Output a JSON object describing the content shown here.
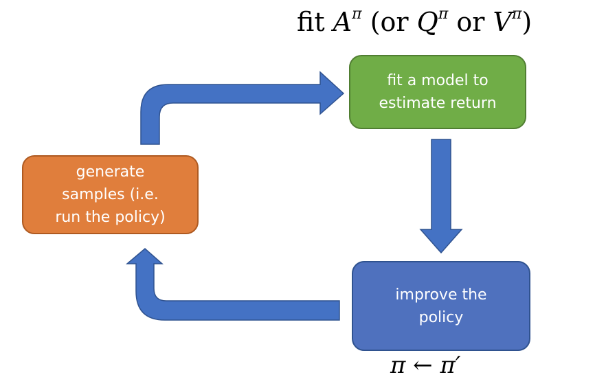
{
  "diagram": {
    "title_annotation": {
      "prefix": "fit ",
      "A": "A",
      "pi1": "π",
      "mid1": " (or ",
      "Q": "Q",
      "pi2": "π",
      "mid2": " or ",
      "V": "V",
      "pi3": "π",
      "suffix": ")"
    },
    "nodes": [
      {
        "id": "fit-model",
        "lines": [
          "fit a model to",
          "estimate return"
        ],
        "color": "#70AD47"
      },
      {
        "id": "generate-samples",
        "lines": [
          "generate",
          "samples (i.e.",
          "run the policy)"
        ],
        "color": "#E07E3C"
      },
      {
        "id": "improve-policy",
        "lines": [
          "improve the",
          "policy"
        ],
        "color": "#4F71BE"
      }
    ],
    "bottom_annotation": "π ← π′",
    "arrow_color": "#4472C4",
    "edges": [
      {
        "from": "generate-samples",
        "to": "fit-model"
      },
      {
        "from": "fit-model",
        "to": "improve-policy"
      },
      {
        "from": "improve-policy",
        "to": "generate-samples"
      }
    ]
  }
}
